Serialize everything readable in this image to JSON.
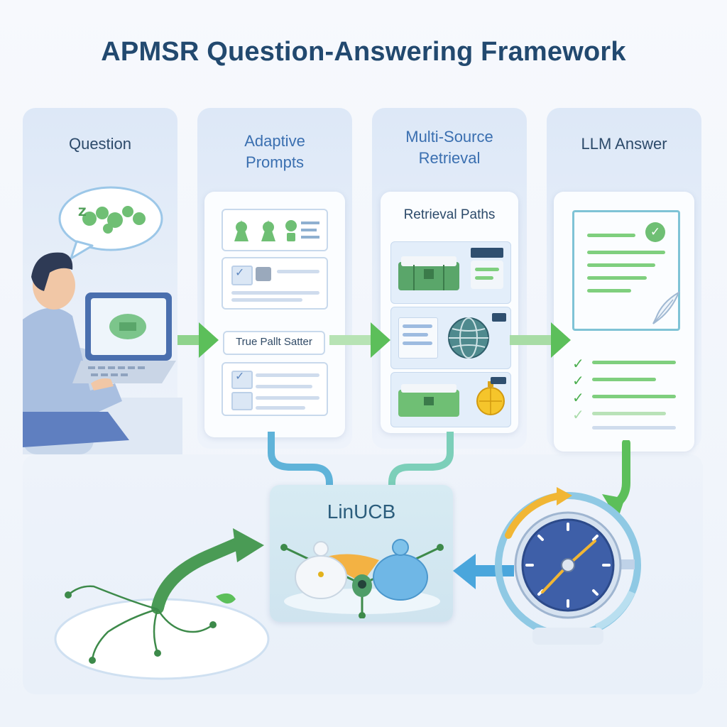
{
  "title": "APMSR Question-Answering Framework",
  "stages": {
    "question": {
      "heading": "Question"
    },
    "adaptive": {
      "heading_line1": "Adaptive",
      "heading_line2": "Prompts",
      "badge": "True Pallt Satter"
    },
    "retrieval": {
      "heading_line1": "Multi-Source",
      "heading_line2": "Retrieval",
      "subheading": "Retrieval Paths"
    },
    "answer": {
      "heading": "LLM Answer"
    }
  },
  "optimizer": {
    "label": "LinUCB"
  },
  "colors": {
    "title": "#22496f",
    "accent_blue": "#3a6fb0",
    "accent_green": "#5cbf5a",
    "panel": "#dde8f7"
  },
  "icons": [
    "speech-bubble-icon",
    "laptop-icon",
    "globe-icon",
    "checkmark-icon",
    "stopwatch-icon",
    "robot-icon"
  ]
}
